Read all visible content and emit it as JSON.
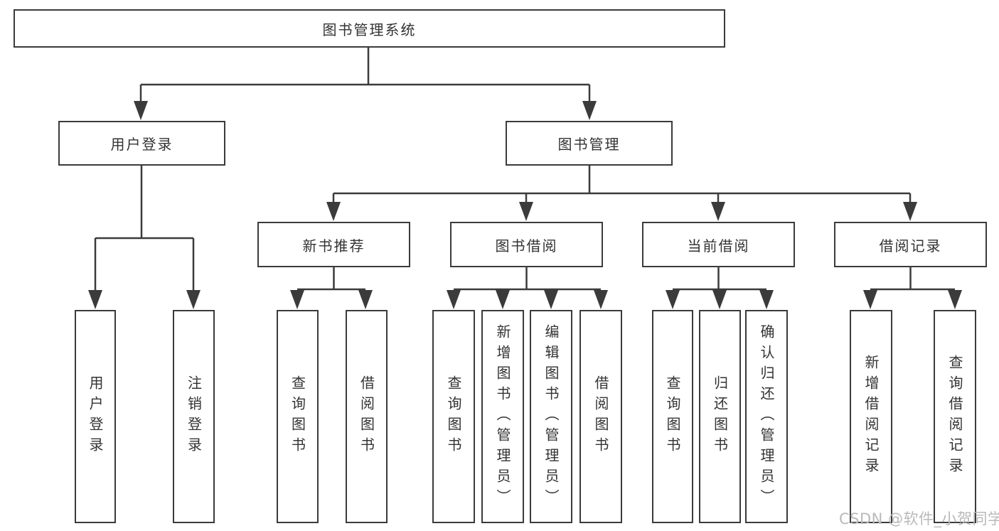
{
  "diagram": {
    "type": "tree",
    "title": "图书管理系统",
    "watermark": "CSDN @软件_小贺同学",
    "colors": {
      "background": "#ffffff",
      "line": "#3b3b3b",
      "box_border": "#3b3b3b",
      "text": "#333333",
      "watermark": "#b9b9b9"
    },
    "nodes": {
      "root": {
        "label": "图书管理系统"
      },
      "level2": [
        {
          "label": "用户登录",
          "parent": "图书管理系统"
        },
        {
          "label": "图书管理",
          "parent": "图书管理系统"
        }
      ],
      "level3": [
        {
          "label": "新书推荐",
          "parent": "图书管理"
        },
        {
          "label": "图书借阅",
          "parent": "图书管理"
        },
        {
          "label": "当前借阅",
          "parent": "图书管理"
        },
        {
          "label": "借阅记录",
          "parent": "图书管理"
        }
      ],
      "leaves": [
        {
          "label": "用户登录",
          "parent": "用户登录"
        },
        {
          "label": "注销登录",
          "parent": "用户登录"
        },
        {
          "label": "查询图书",
          "parent": "新书推荐"
        },
        {
          "label": "借阅图书",
          "parent": "新书推荐"
        },
        {
          "label": "查询图书",
          "parent": "图书借阅"
        },
        {
          "label": "新增图书（管理员）",
          "parent": "图书借阅"
        },
        {
          "label": "编辑图书（管理员）",
          "parent": "图书借阅"
        },
        {
          "label": "借阅图书",
          "parent": "图书借阅"
        },
        {
          "label": "查询图书",
          "parent": "当前借阅"
        },
        {
          "label": "归还图书",
          "parent": "当前借阅"
        },
        {
          "label": "确认归还（管理员）",
          "parent": "当前借阅"
        },
        {
          "label": "新增借阅记录",
          "parent": "借阅记录"
        },
        {
          "label": "查询借阅记录",
          "parent": "借阅记录"
        }
      ]
    }
  }
}
